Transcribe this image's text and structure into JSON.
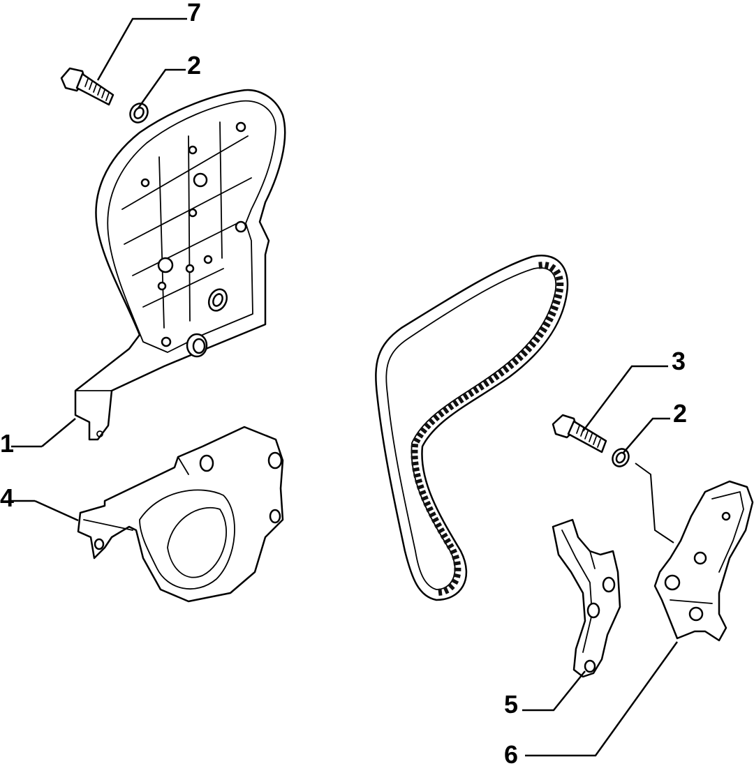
{
  "callouts": {
    "c1": "1",
    "c2a": "2",
    "c2b": "2",
    "c3": "3",
    "c4": "4",
    "c5": "5",
    "c6": "6",
    "c7": "7"
  },
  "colors": {
    "line": "#000000",
    "background": "#ffffff"
  }
}
